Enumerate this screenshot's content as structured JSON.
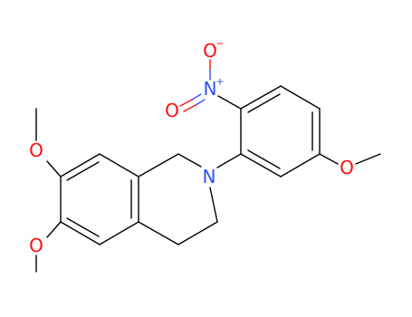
{
  "molecule": {
    "atoms": {
      "n_ring": "N",
      "n_nitro": "N",
      "n_nitro_charge": "+",
      "o_nitro_top": "O",
      "o_nitro_top_charge": "−",
      "o_nitro_left": "O",
      "o_methoxy_top": "O",
      "o_methoxy_bottom": "O",
      "o_methoxy_right": "O"
    },
    "colors": {
      "bond": "#000000",
      "nitrogen": "#3050f8",
      "oxygen": "#ff0d0d",
      "background": "#ffffff"
    }
  }
}
